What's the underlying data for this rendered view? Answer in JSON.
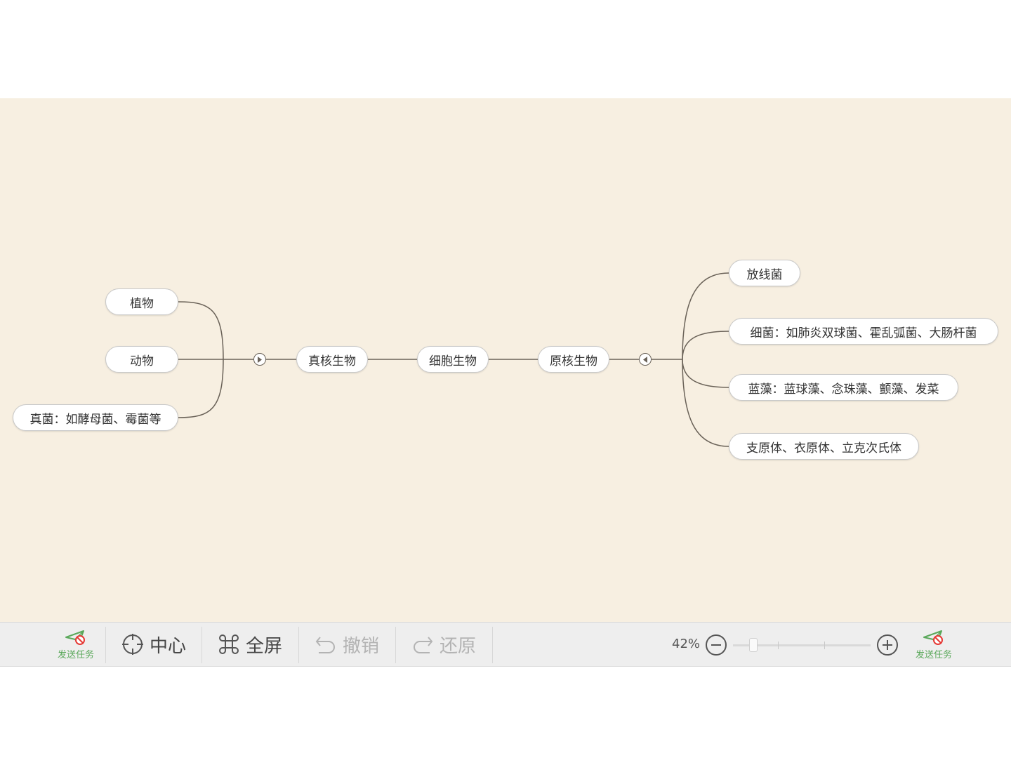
{
  "mindmap": {
    "center": "细胞生物",
    "left_branch": {
      "label": "真核生物",
      "children": [
        "植物",
        "动物",
        "真菌：如酵母菌、霉菌等"
      ]
    },
    "right_branch": {
      "label": "原核生物",
      "children": [
        "放线菌",
        "细菌：如肺炎双球菌、霍乱弧菌、大肠杆菌",
        "蓝藻：蓝球藻、念珠藻、颤藻、发菜",
        "支原体、衣原体、立克次氏体"
      ]
    }
  },
  "toolbar": {
    "send_task_label": "发送任务",
    "center_label": "中心",
    "fullscreen_label": "全屏",
    "undo_label": "撤销",
    "redo_label": "还原",
    "zoom_level": "42%"
  },
  "colors": {
    "canvas_bg": "#f7efe1",
    "connector": "#6a6258",
    "send_task_green": "#5aa85a",
    "send_task_red": "#e53935"
  }
}
